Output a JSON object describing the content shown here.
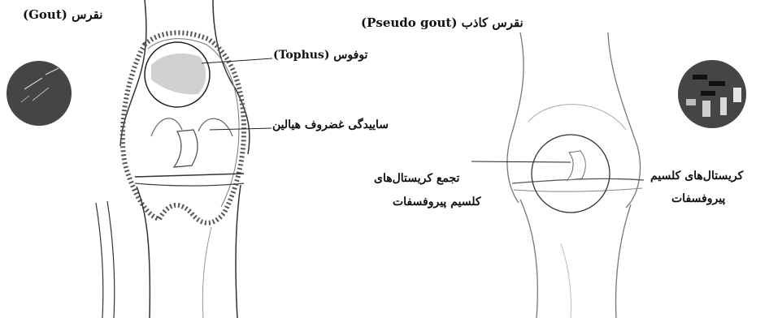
{
  "labels": {
    "gout_title": "نقرس (Gout)",
    "pseudo_gout_title": "نقرس کاذب (Pseudo gout)",
    "tophus": "توفوس (Tophus)",
    "cartilage_abrasion": "ساییدگی غضروف هیالین",
    "cpp_aggregation_line1": "تجمع کریستال‌های",
    "cpp_aggregation_line2": "کلسیم پیروفسفات",
    "cpp_crystals_line1": "کریستال‌های کلسیم",
    "cpp_crystals_line2": "پیروفسفات"
  },
  "colors": {
    "ink": "#111111",
    "crystal_disc": "#454545",
    "bone": "#f6f6f6"
  }
}
